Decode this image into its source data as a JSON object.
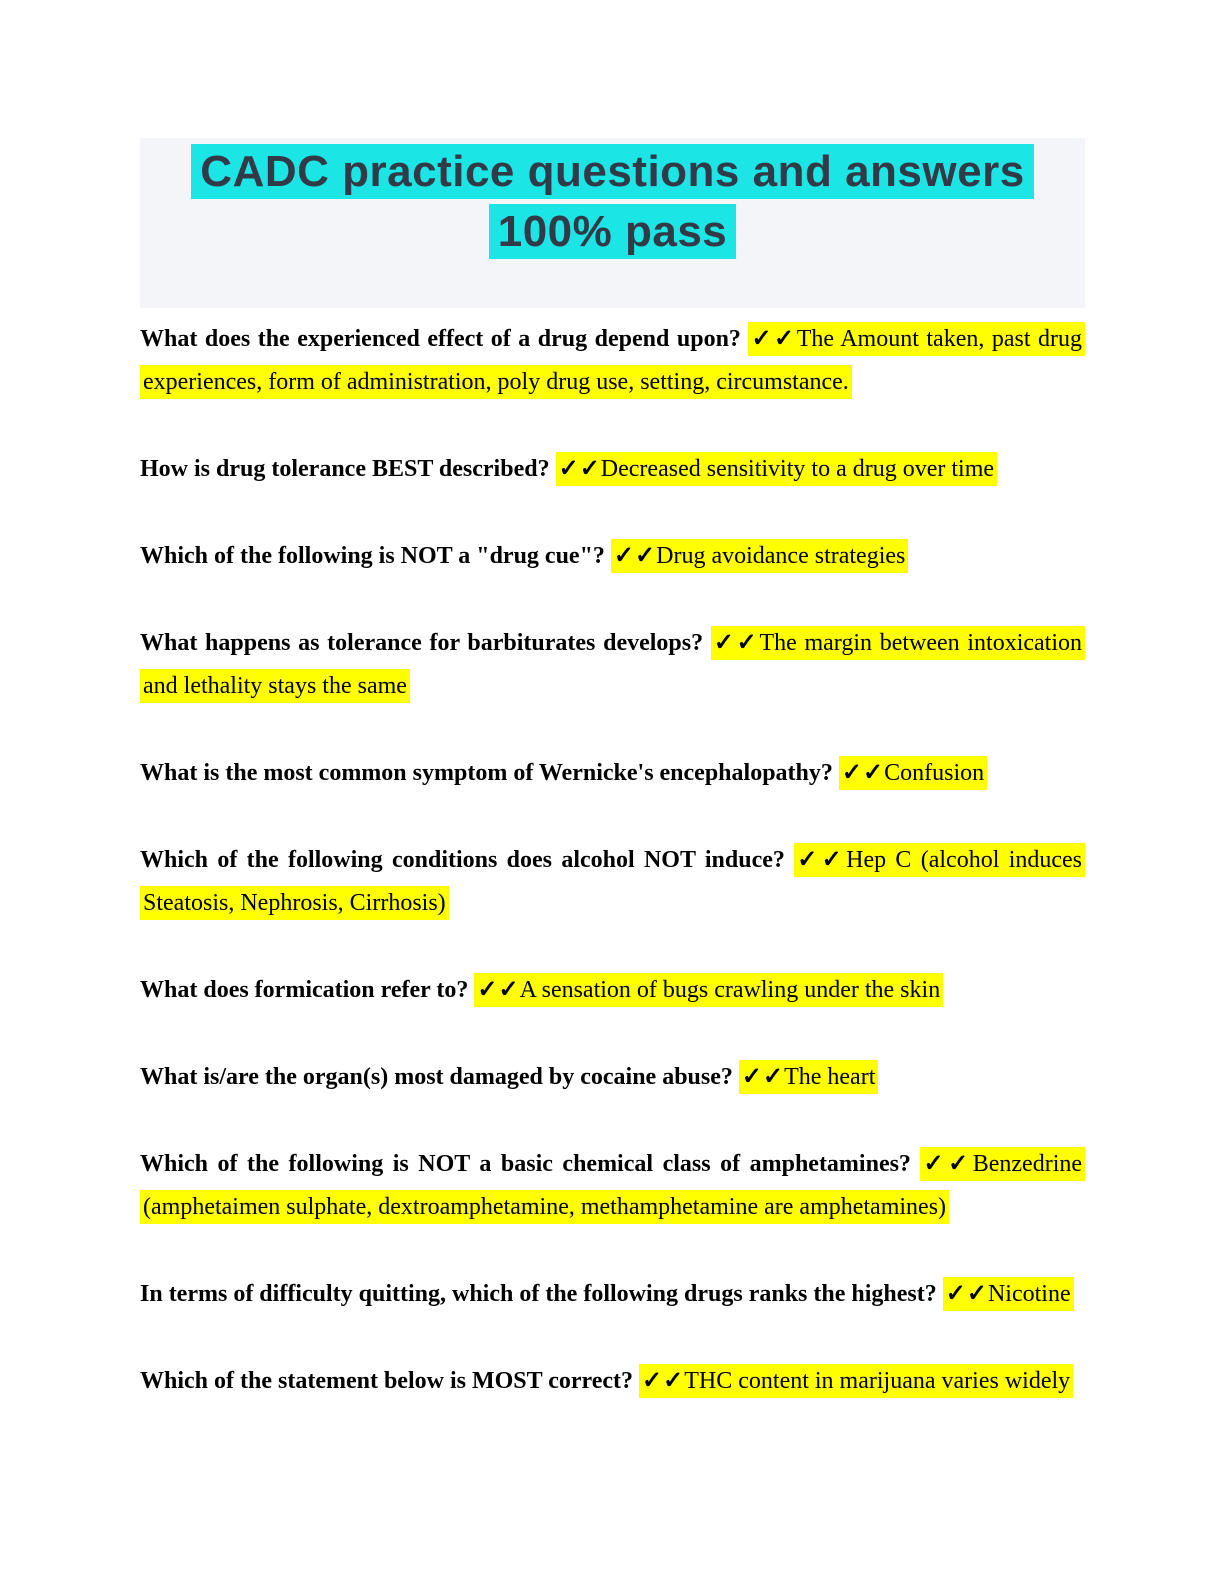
{
  "title": {
    "line1": "CADC practice questions and answers",
    "line2": "100% pass",
    "highlight_color": "#1be5e5",
    "text_color": "#323a47",
    "panel_color": "#f4f5f9"
  },
  "marks": "✓✓",
  "answer_highlight_color": "#ffff00",
  "qa": [
    {
      "q": "What does the experienced effect of a drug depend upon?",
      "a": "The Amount taken, past drug experiences, form of administration, poly drug use, setting, circumstance."
    },
    {
      "q": "How is drug tolerance BEST described?",
      "a": "Decreased sensitivity to a drug over time"
    },
    {
      "q": "Which of the following is NOT a \"drug cue\"?",
      "a": "Drug avoidance strategies"
    },
    {
      "q": "What happens as tolerance for barbiturates develops?",
      "a": "The margin between intoxication and lethality stays the same"
    },
    {
      "q": "What is the most common symptom of Wernicke's encephalopathy?",
      "a": "Confusion"
    },
    {
      "q": "Which of the following conditions does alcohol NOT induce?",
      "a": "Hep C (alcohol induces Steatosis, Nephrosis, Cirrhosis)"
    },
    {
      "q": "What does formication refer to?",
      "a": "A sensation of bugs crawling under the skin"
    },
    {
      "q": "What is/are the organ(s) most damaged by cocaine abuse?",
      "a": "The heart"
    },
    {
      "q": "Which of the following is NOT a basic chemical class of amphetamines?",
      "a": "Benzedrine (amphetaimen sulphate, dextroamphetamine, methamphetamine are amphetamines)"
    },
    {
      "q": "In terms of difficulty quitting, which of the following drugs ranks the highest?",
      "a": "Nicotine"
    },
    {
      "q": "Which of the statement below is MOST correct?",
      "a": "THC content in marijuana varies widely"
    }
  ]
}
